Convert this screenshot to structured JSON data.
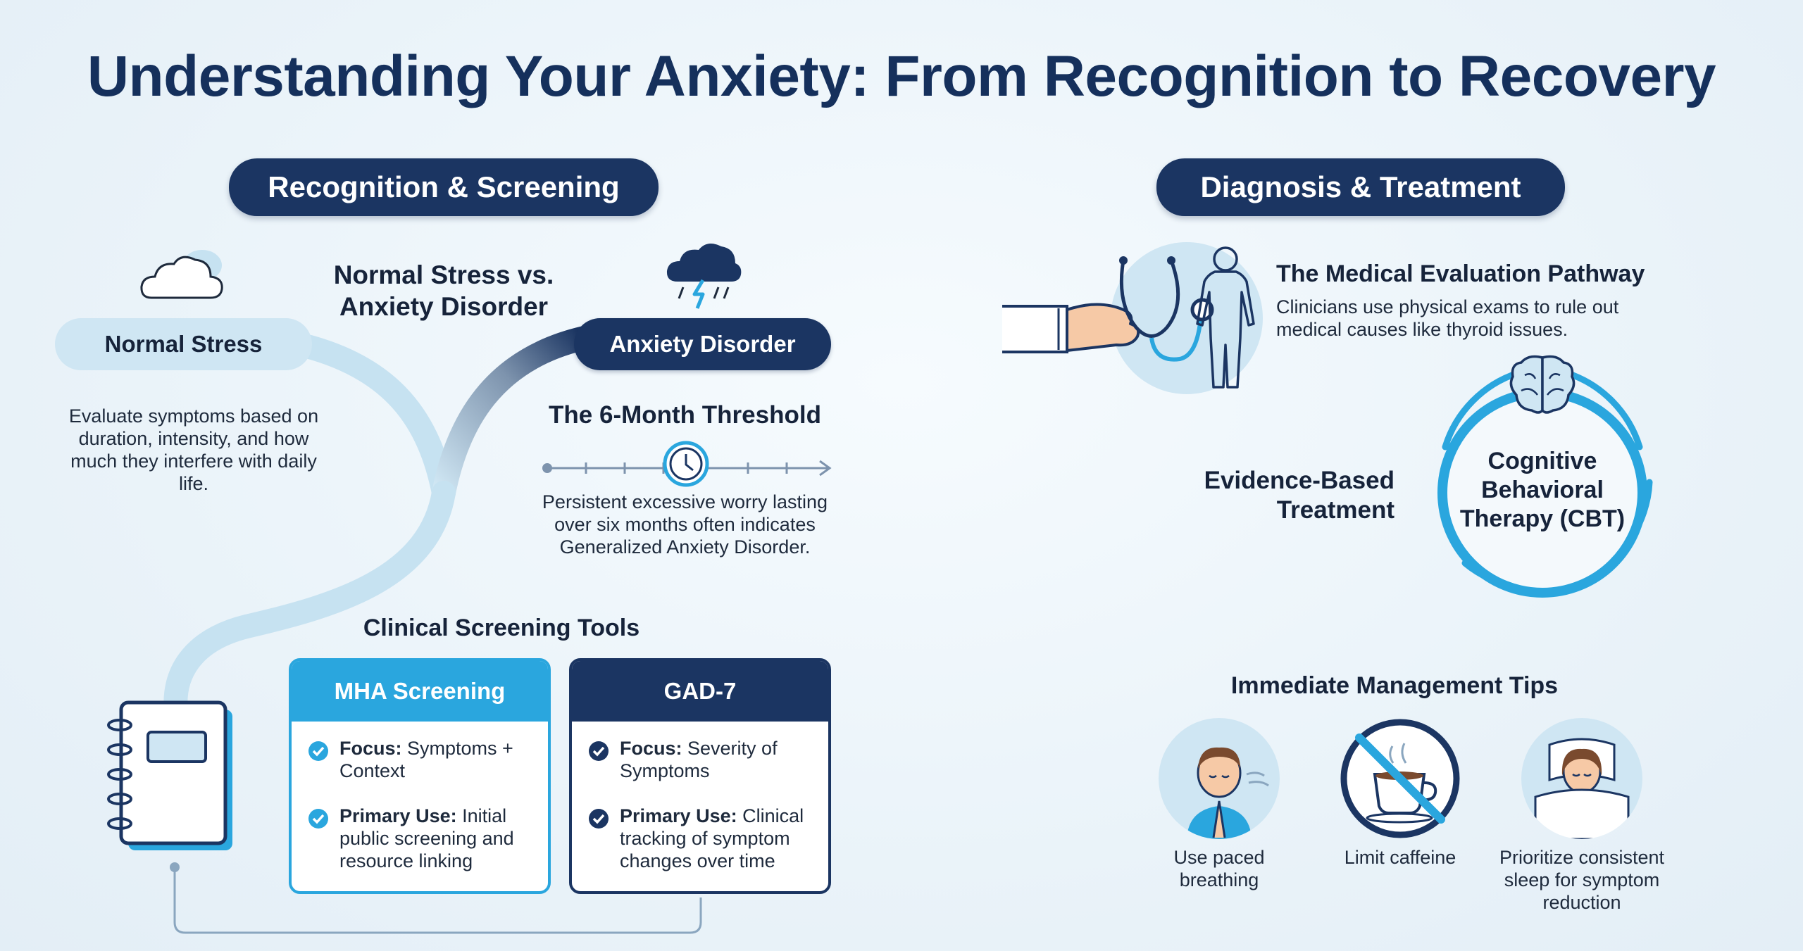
{
  "title": "Understanding Your Anxiety: From Recognition to Recovery",
  "left_section": {
    "header": "Recognition & Screening",
    "comparison_title": "Normal Stress vs. Anxiety Disorder",
    "normal_stress_label": "Normal Stress",
    "anxiety_disorder_label": "Anxiety Disorder",
    "evaluate_text": "Evaluate symptoms based on duration, intensity, and how much they interfere with daily life.",
    "threshold_title": "The 6-Month Threshold",
    "threshold_text": "Persistent excessive worry lasting over six months often indicates Generalized Anxiety Disorder.",
    "tools_title": "Clinical Screening Tools",
    "mha": {
      "title": "MHA Screening",
      "focus_label": "Focus:",
      "focus_value": " Symptoms + Context",
      "use_label": "Primary Use:",
      "use_value": " Initial public screening and resource linking"
    },
    "gad7": {
      "title": "GAD-7",
      "focus_label": "Focus:",
      "focus_value": " Severity of Symptoms",
      "use_label": "Primary Use:",
      "use_value": " Clinical tracking of symptom changes over time"
    }
  },
  "right_section": {
    "header": "Diagnosis & Treatment",
    "eval_title": "The Medical Evaluation Pathway",
    "eval_text": "Clinicians use physical exams to rule out medical causes like thyroid issues.",
    "treatment_label": "Evidence-Based Treatment",
    "cbt_label": "Cognitive Behavioral Therapy (CBT)",
    "tips_title": "Immediate Management Tips",
    "tips": [
      {
        "label": "Use paced breathing",
        "icon": "breathing-person-icon"
      },
      {
        "label": "Limit caffeine",
        "icon": "no-caffeine-icon"
      },
      {
        "label": "Prioritize consistent sleep for symptom reduction",
        "icon": "sleeping-person-icon"
      }
    ]
  },
  "colors": {
    "navy": "#1b3562",
    "accent_blue": "#2aa6de",
    "light_blue": "#cfe6f3"
  }
}
